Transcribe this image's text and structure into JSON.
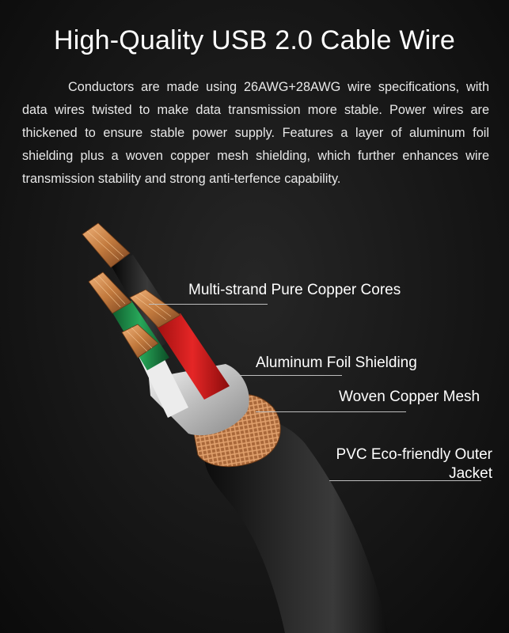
{
  "header": {
    "title": "High-Quality USB 2.0 Cable Wire"
  },
  "description": {
    "text": "Conductors are made using 26AWG+28AWG wire specifications, with data wires twisted to make data transmission more stable. Power wires are thickened to ensure stable power supply. Features a layer of aluminum foil shielding plus a woven copper mesh shielding, which further enhances wire transmission stability and strong anti-terfence capability."
  },
  "callouts": {
    "cores": "Multi-strand Pure Copper Cores",
    "foil": "Aluminum Foil Shielding",
    "mesh": "Woven Copper Mesh",
    "jacket": "PVC Eco-friendly Outer Jacket"
  },
  "colors": {
    "background": "#141414",
    "jacket": "#1c1c1c",
    "copper": "#c98a55",
    "foil": "#d9d9d9",
    "wire_black": "#1a1a1a",
    "wire_green": "#1f8f4a",
    "wire_red": "#d21f1f",
    "wire_white": "#f0f0f0"
  }
}
